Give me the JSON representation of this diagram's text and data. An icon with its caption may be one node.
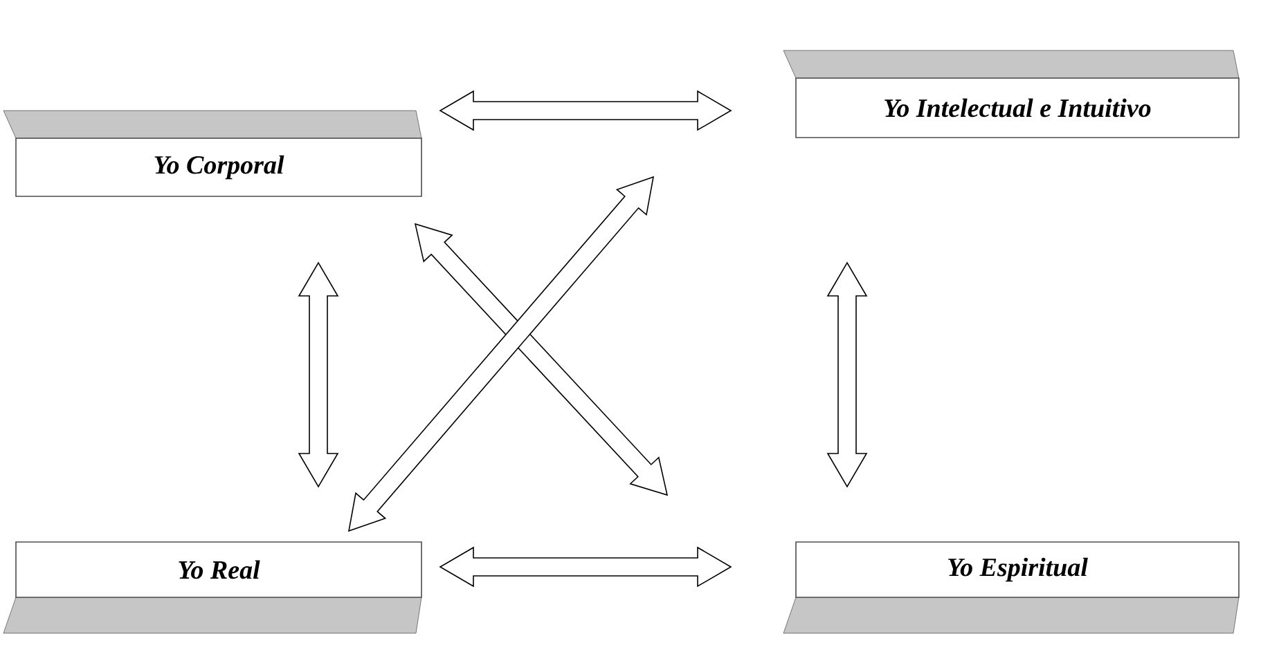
{
  "diagram": {
    "nodes": [
      {
        "text": [
          "Yo Corporal"
        ]
      },
      {
        "text": [
          "Yo Intelectual e Intuitivo"
        ]
      },
      {
        "text": [
          "Yo Real"
        ]
      },
      {
        "text": [
          "Yo Espiritual"
        ]
      }
    ],
    "edges": [
      {
        "from": 0,
        "to": 1,
        "arrow": "both"
      },
      {
        "from": 0,
        "to": 2,
        "arrow": "both"
      },
      {
        "from": 1,
        "to": 3,
        "arrow": "both"
      },
      {
        "from": 2,
        "to": 3,
        "arrow": "both"
      },
      {
        "from": 0,
        "to": 3,
        "arrow": "both"
      },
      {
        "from": 2,
        "to": 1,
        "arrow": "both"
      }
    ]
  }
}
